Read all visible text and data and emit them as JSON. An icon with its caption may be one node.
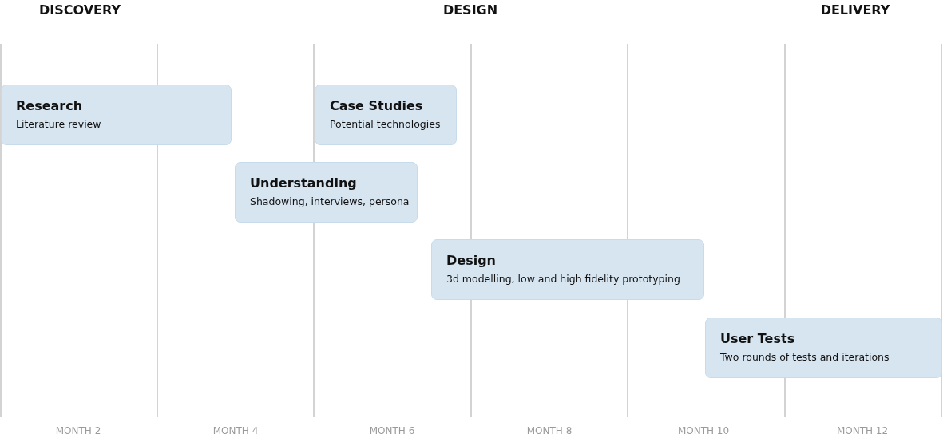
{
  "diagram": {
    "nodes": [
      {
        "text": [
          "Research",
          "Literature review"
        ]
      },
      {
        "text": [
          "Case Studies",
          "Potential technologies"
        ]
      },
      {
        "text": [
          "Understanding",
          "Shadowing, interviews, persona"
        ]
      },
      {
        "text": [
          "Design",
          "3d modelling, low and high fidelity prototyping"
        ]
      },
      {
        "text": [
          "User Tests",
          "Two rounds of tests and iterations"
        ]
      }
    ],
    "edges": [],
    "labels": [
      "DISCOVERY",
      "DESIGN",
      "DELIVERY",
      "MONTH 2",
      "MONTH 4",
      "MONTH 6",
      "MONTH 8",
      "MONTH 10",
      "MONTH 12"
    ]
  }
}
